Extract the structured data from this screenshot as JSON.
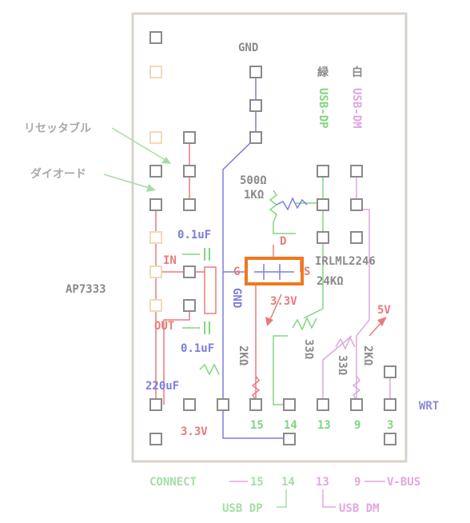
{
  "colors": {
    "board_border": "#d9d2cb",
    "pad": "#8a8a8a",
    "pad_faded": "#f2d9b8",
    "pad_faded2": "#f5d3b5",
    "gnd": "#7d7ddc",
    "red": "#e87c7c",
    "green": "#80d680",
    "pink": "#dca8dc",
    "gray_text": "#8a8a8a",
    "orange": "#f07820",
    "label_green": "#a6dda6",
    "label_pink": "#e0a8e0"
  },
  "labels": {
    "gnd_top": "GND",
    "midori": "緑",
    "shiro": "白",
    "usb_dp_v": "USB-DP",
    "usb_dm_v": "USB-DM",
    "resettable": "リセッタブル",
    "diode": "ダイオード",
    "r_500": "500Ω",
    "r_1k": "1KΩ",
    "cap_01_top": "0.1uF",
    "cap_01_bot": "0.1uF",
    "in": "IN",
    "out": "OUT",
    "ap7333": "AP7333",
    "d": "D",
    "g": "G",
    "s": "S",
    "irlml": "IRLML2246",
    "r_24k": "24KΩ",
    "v33_mid": "3.3V",
    "v5": "5V",
    "gnd_mid": "GND",
    "r_2k_left": "2KΩ",
    "r_33_a": "33Ω",
    "r_33_b": "33Ω",
    "r_2k_right": "2KΩ",
    "cap_220": "220uF",
    "v33_bot": "3.3V",
    "pin_15": "15",
    "pin_14": "14",
    "pin_13": "13",
    "pin_9": "9",
    "pin_3": "3",
    "wrt": "WRT"
  },
  "legend": {
    "connect": "CONNECT",
    "n15": "15",
    "n14": "14",
    "n13": "13",
    "n9": "9",
    "vbus": "V-BUS",
    "usb_dp": "USB DP",
    "usb_dm": "USB DM"
  }
}
